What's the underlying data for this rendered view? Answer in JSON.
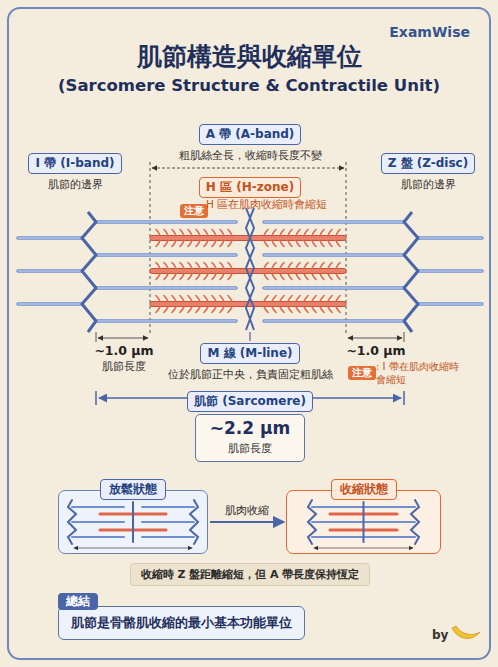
{
  "diagram": {
    "title": "肌節構造與收縮單位",
    "nodes": [
      {
        "text": [
          "A 帶 (A-band)",
          "粗肌絲全長，收縮時長度不變"
        ]
      },
      {
        "text": [
          "I 帶 (I-band)",
          "肌節的邊界"
        ]
      },
      {
        "text": [
          "Z 盤 (Z-disc)",
          "肌節的邊界"
        ]
      },
      {
        "text": [
          "H 區 (H-zone)"
        ]
      },
      {
        "text": [
          "注意"
        ]
      },
      {
        "text": [
          "M 線 (M-line)",
          "位於肌節正中央，負責固定粗肌絲"
        ]
      },
      {
        "text": [
          "肌節 (Sarcomere)"
        ]
      },
      {
        "text": [
          "~2.2 μm",
          "肌節長度"
        ]
      },
      {
        "text": [
          "注意"
        ]
      },
      {
        "text": [
          "放鬆狀態"
        ]
      },
      {
        "text": [
          "收縮狀態"
        ]
      },
      {
        "text": [
          "收縮時 Z 盤距離縮短，但 A 帶長度保持恆定"
        ]
      },
      {
        "text": [
          "總結",
          "肌節是骨骼肌收縮的最小基本功能單位"
        ]
      }
    ],
    "edges": [
      {
        "from": 9,
        "to": 10,
        "label": "肌肉收縮",
        "arrow": "to"
      }
    ],
    "labels": [
      "ExamWise",
      "(Sarcomere Structure & Contractile Unit)",
      "H 區在肌肉收縮時會縮短",
      "~1.0 μm",
      "肌節長度",
      "~1.0 μm",
      ": I 帶在肌肉收縮時會縮短",
      "by"
    ]
  }
}
